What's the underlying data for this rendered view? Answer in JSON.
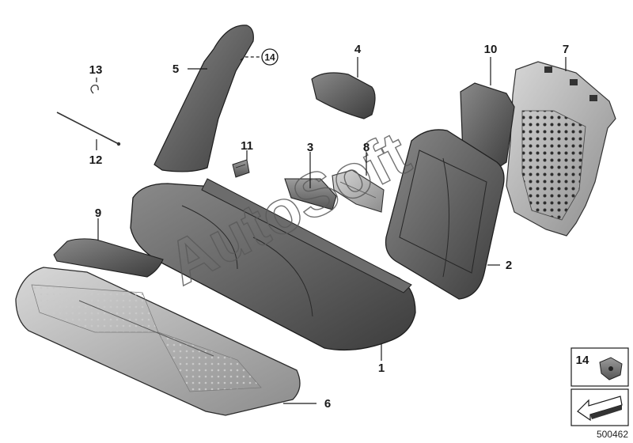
{
  "callouts": {
    "p1": "1",
    "p2": "2",
    "p3": "3",
    "p4": "4",
    "p5": "5",
    "p6": "6",
    "p7": "7",
    "p8": "8",
    "p9": "9",
    "p10": "10",
    "p11": "11",
    "p12": "12",
    "p13": "13",
    "p14": "14"
  },
  "legend": {
    "part_number": "14"
  },
  "watermark": "AutoSoft",
  "document_id": "500462",
  "colors": {
    "part_dark": "#4a4a4a",
    "part_mid": "#707070",
    "part_light": "#a8a8a8",
    "line": "#1a1a1a"
  }
}
